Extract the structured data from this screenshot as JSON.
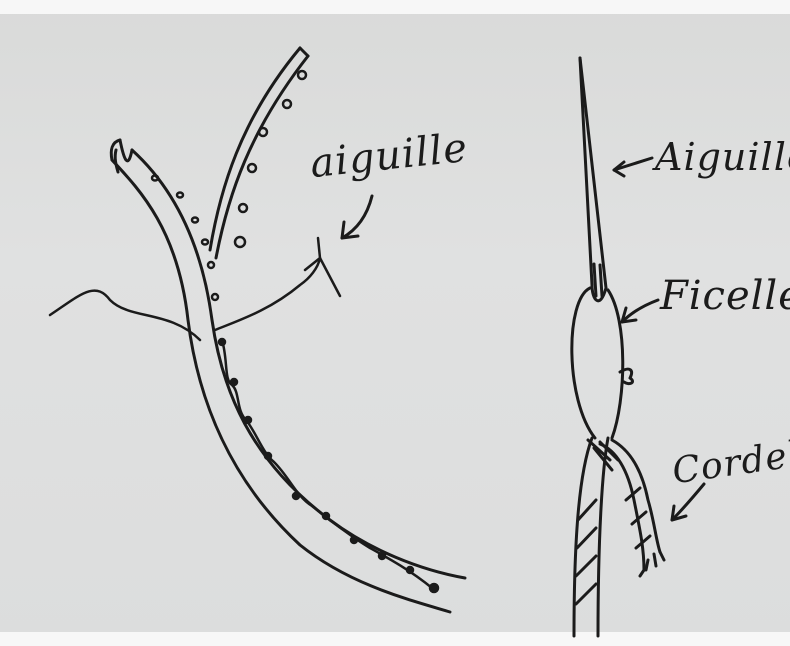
{
  "labels": {
    "aiguille_left": "aiguille",
    "aiguille_right": "Aiguille",
    "ficelle": "Ficelle",
    "cordelette": "Cordela"
  },
  "colors": {
    "ink": "#1b1b1b",
    "paper": "#dcdddd"
  }
}
